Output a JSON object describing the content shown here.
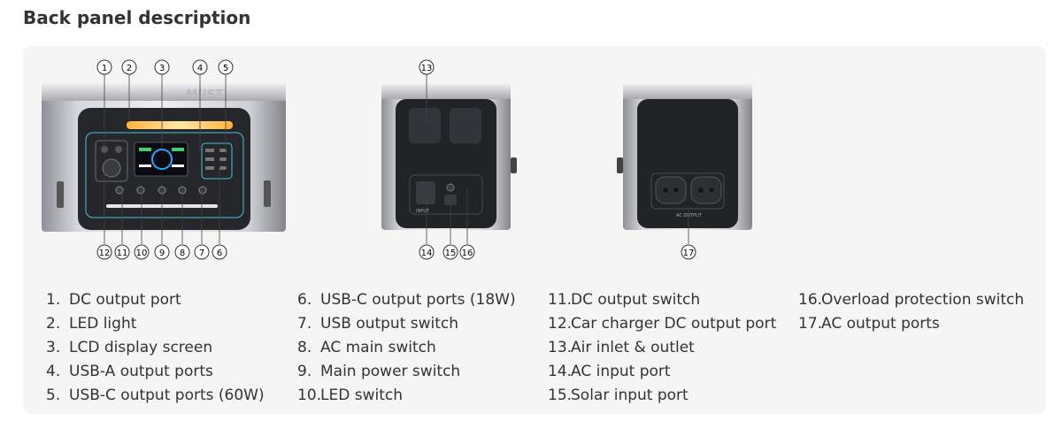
{
  "title": "Back panel description",
  "brand_logo": "MUST",
  "panel_labels": {
    "input": "INPUT",
    "ac_output": "AC OUTPUT"
  },
  "callouts": [
    "1",
    "2",
    "3",
    "4",
    "5",
    "6",
    "7",
    "8",
    "9",
    "10",
    "11",
    "12",
    "13",
    "14",
    "15",
    "16",
    "17"
  ],
  "legend": [
    [
      {
        "num": "1.",
        "text": "DC output port"
      },
      {
        "num": "2.",
        "text": "LED light"
      },
      {
        "num": "3.",
        "text": "LCD display screen"
      },
      {
        "num": "4.",
        "text": "USB-A output ports"
      },
      {
        "num": "5.",
        "text": "USB-C output ports (60W)"
      }
    ],
    [
      {
        "num": "6.",
        "text": "USB-C output ports (18W)"
      },
      {
        "num": "7.",
        "text": "USB output switch"
      },
      {
        "num": "8.",
        "text": "AC main switch"
      },
      {
        "num": "9.",
        "text": "Main power switch"
      },
      {
        "num": "10.",
        "text": "LED switch"
      }
    ],
    [
      {
        "num": "11.",
        "text": "DC output switch"
      },
      {
        "num": "12.",
        "text": "Car charger DC output port"
      },
      {
        "num": "13.",
        "text": "Air inlet & outlet"
      },
      {
        "num": "14.",
        "text": "AC input port"
      },
      {
        "num": "15.",
        "text": "Solar input port"
      }
    ],
    [
      {
        "num": "16.",
        "text": "Overload protection switch"
      },
      {
        "num": "17.",
        "text": "AC output ports"
      }
    ]
  ]
}
